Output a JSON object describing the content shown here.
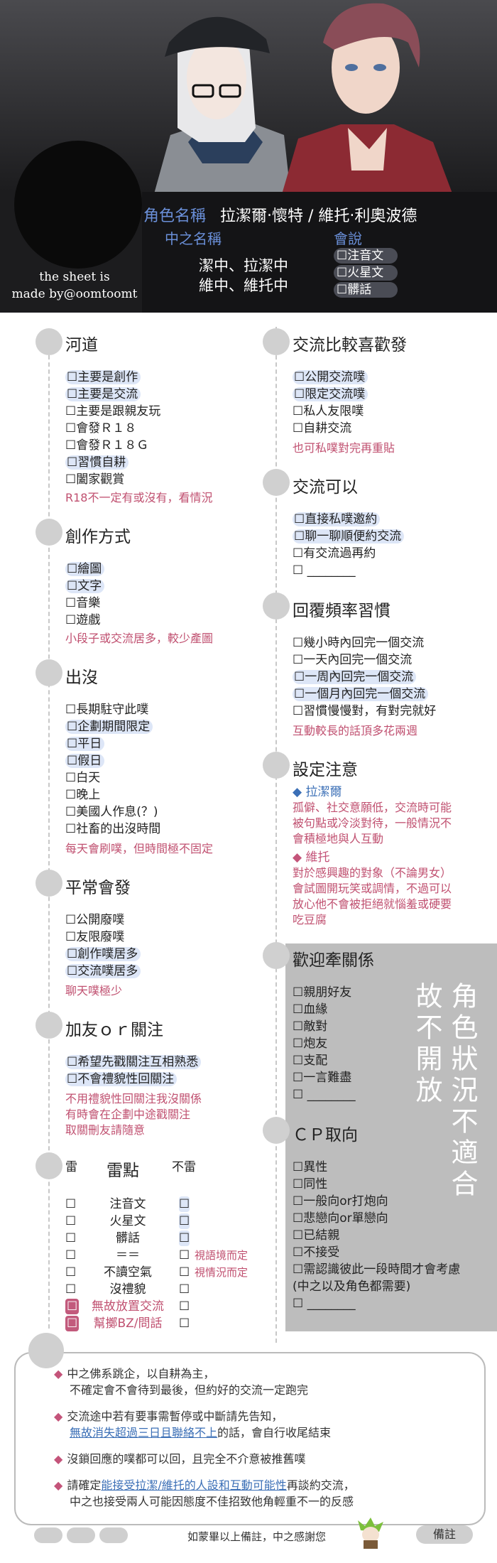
{
  "header": {
    "label_role_name": "角色名稱",
    "role_name": "拉潔爾‧懷特 / 維托‧利奧波德",
    "label_pl_name": "中之名稱",
    "pl_name_1": "潔中、拉潔中",
    "pl_name_2": "維中、維托中",
    "label_speak": "會說",
    "speak_items": [
      "☐注音文",
      "☐火星文",
      "☐髒話"
    ],
    "credit_1": "the sheet is",
    "credit_2": "made by@oomtoomt"
  },
  "left": {
    "s1": {
      "title": "河道",
      "items": [
        "☐主要是創作",
        "☐主要是交流",
        "☐主要是跟親友玩",
        "☐會發Ｒ１８",
        "☐會發Ｒ１８Ｇ",
        "☐習慣自耕",
        "☐闔家觀賞"
      ],
      "note": "R18不一定有或沒有，看情況"
    },
    "s2": {
      "title": "創作方式",
      "items": [
        "☐繪圖",
        "☐文字",
        "☐音樂",
        "☐遊戲"
      ],
      "note": "小段子或交流居多，較少產圖"
    },
    "s3": {
      "title": "出沒",
      "items": [
        "☐長期駐守此噗",
        "☐企劃期間限定",
        "☐平日",
        "☐假日",
        "☐白天",
        "☐晚上",
        "☐美國人作息(？)",
        "☐社畜的出沒時間"
      ],
      "note": "每天會刷噗，但時間極不固定"
    },
    "s4": {
      "title": "平常會發",
      "items": [
        "☐公開廢噗",
        "☐友限廢噗",
        "☐創作噗居多",
        "☐交流噗居多"
      ],
      "note": "聊天噗極少"
    },
    "s5": {
      "title": "加友ｏｒ關注",
      "items": [
        "☐希望先戳關注互相熟悉",
        "☐不會禮貌性回關注"
      ],
      "notes": [
        "不用禮貌性回關注我沒關係",
        "有時會在企劃中途戳關注",
        "取關刪友請隨意"
      ]
    },
    "s6": {
      "title": "雷點",
      "left_label": "雷",
      "right_label": "不雷",
      "rows": [
        "注音文",
        "火星文",
        "髒話",
        "＝＝",
        "不讀空氣",
        "沒禮貌",
        "無故放置交流",
        "幫擲BZ/問話"
      ],
      "right_notes": [
        "視語境而定",
        "視情況而定"
      ]
    }
  },
  "right": {
    "s1": {
      "title": "交流比較喜歡發",
      "items": [
        "☐公開交流噗",
        "☐限定交流噗",
        "☐私人友限噗",
        "☐自耕交流"
      ],
      "note": "也可私噗對完再重貼"
    },
    "s2": {
      "title": "交流可以",
      "items": [
        "☐直接私噗邀約",
        "☐聊一聊順便約交流",
        "☐有交流過再約",
        "☐ ________"
      ]
    },
    "s3": {
      "title": "回覆頻率習慣",
      "items": [
        "☐幾小時內回完一個交流",
        "☐一天內回完一個交流",
        "☐一周內回完一個交流",
        "☐一個月內回完一個交流",
        "☐習慣慢慢對，有對完就好"
      ],
      "note": "互動較長的話頂多花兩週"
    },
    "s4": {
      "title": "設定注意",
      "char1": "◆ 拉潔爾",
      "char1_lines": [
        "孤僻、社交意願低，交流時可能",
        "被句點或冷淡對待，一般情況不",
        "會積極地與人互動"
      ],
      "char2": "◆ 維托",
      "char2_lines": [
        "對於感興趣的對象（不論男女）",
        "會試圖開玩笑或調情，不過可以",
        "放心他不會被拒絕就惱羞或硬要",
        "吃豆腐"
      ]
    },
    "s5": {
      "title": "歡迎牽關係",
      "items": [
        "☐親朋好友",
        "☐血緣",
        "☐敵對",
        "☐炮友",
        "☐支配",
        "☐一言難盡",
        "☐ ________"
      ]
    },
    "s6": {
      "title": "ＣＰ取向",
      "items": [
        "☐異性",
        "☐同性",
        "☐一般向or打炮向",
        "☐悲戀向or單戀向",
        "☐已結親",
        "☐不接受",
        "☐需認識彼此一段時間才會考慮",
        "(中之以及角色都需要)",
        "☐ ________"
      ]
    },
    "vertical_1": "角色狀況不適合",
    "vertical_2": "故不開放"
  },
  "remarks": {
    "lines": [
      "中之佛系跳企，以自耕為主，",
      "不確定會不會待到最後，但約好的交流一定跑完",
      "交流途中若有要事需暫停或中斷請先告知，",
      "的話，會自行收尾結束",
      "沒鎖回應的噗都可以回，且完全不介意被推舊噗",
      "請確定",
      "再談約交流，",
      "中之也接受兩人可能因態度不佳招致他角輕重不一的反感"
    ],
    "underline_1": "無故消失超過三日且聯絡不上",
    "underline_2": "能接受拉潔/維托的人設和互動可能性",
    "footer": "如蒙畢以上備註，中之感謝您",
    "badge": "備註"
  },
  "colors": {
    "accent_blue": "#6a8fd8",
    "note_pink": "#c05070",
    "highlight": "#dde6f7",
    "diamond": "#c4547a"
  }
}
